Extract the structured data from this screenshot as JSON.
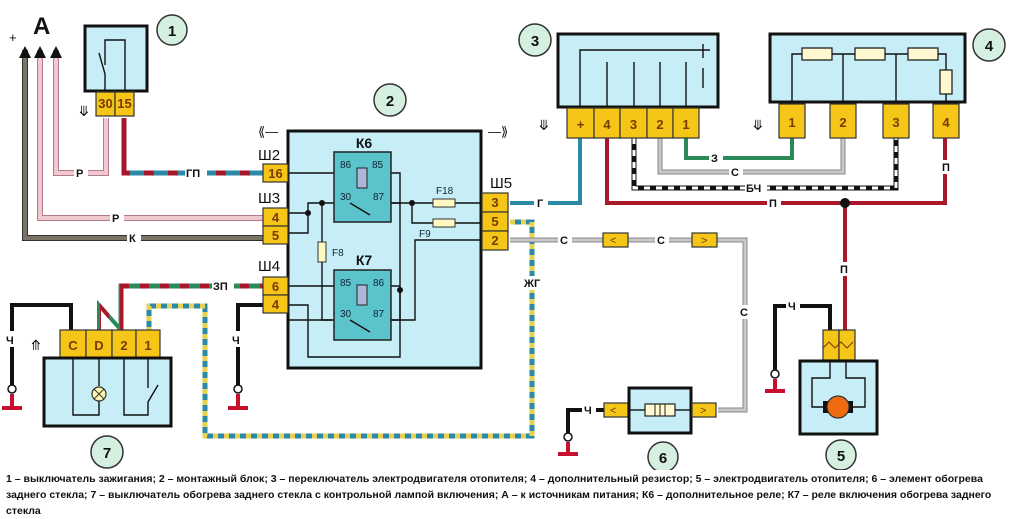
{
  "source_label": "A",
  "plus_sign": "+",
  "components": {
    "c1": {
      "num": "1",
      "pins": [
        "30",
        "15"
      ]
    },
    "c2": {
      "num": "2",
      "relays": {
        "k6": "К6",
        "k7": "К7"
      },
      "relay_pins": {
        "p86": "86",
        "p85": "85",
        "p30": "30",
        "p87": "87"
      },
      "fuses": {
        "f18": "F18",
        "f9": "F9",
        "f8": "F8"
      },
      "blocks": {
        "sh2": "Ш2",
        "sh3": "Ш3",
        "sh4": "Ш4",
        "sh5": "Ш5"
      },
      "sh2_pins": [
        "16"
      ],
      "sh3_pins": [
        "4",
        "5"
      ],
      "sh4_pins": [
        "6",
        "4"
      ],
      "sh5_pins": [
        "3",
        "5",
        "2"
      ]
    },
    "c3": {
      "num": "3",
      "pins": [
        "+",
        "4",
        "3",
        "2",
        "1"
      ]
    },
    "c4": {
      "num": "4",
      "pins": [
        "1",
        "2",
        "3",
        "4"
      ]
    },
    "c5": {
      "num": "5"
    },
    "c6": {
      "num": "6"
    },
    "c7": {
      "num": "7",
      "pins": [
        "C",
        "D",
        "2",
        "1"
      ]
    }
  },
  "wire_labels": {
    "r1": "Р",
    "r2": "Р",
    "k": "К",
    "gp": "ГП",
    "zp": "ЗП",
    "g": "Г",
    "zhg": "ЖГ",
    "s1": "С",
    "s2": "С",
    "s3": "С",
    "s4": "С",
    "z": "З",
    "bch": "БЧ",
    "p1": "П",
    "p2": "П",
    "p3": "П",
    "ch1": "Ч",
    "ch2": "Ч",
    "ch3": "Ч",
    "ch4": "Ч"
  },
  "colors": {
    "box_fill": "#c7eef7",
    "relay_fill": "#5bc3cc",
    "connector": "#f5c518",
    "wire_pink": "#e8b4c0",
    "wire_gray": "#7a7466",
    "wire_blue": "#2a8aa8",
    "wire_red": "#a8182a",
    "wire_green": "#2a8a5a",
    "wire_silver": "#b0b0b0",
    "ground": "#c8102e"
  },
  "caption": "1 – выключатель зажигания; 2 – монтажный блок; 3 – переключатель электродвигателя отопителя; 4 – дополнительный резистор; 5 – электродвигатель отопителя; 6 – элемент обогрева заднего стекла; 7 – выключатель обогрева заднего стекла с контрольной лампой включения; А – к источникам питания; К6 – дополнительное реле; К7 – реле включения обогрева заднего стекла"
}
